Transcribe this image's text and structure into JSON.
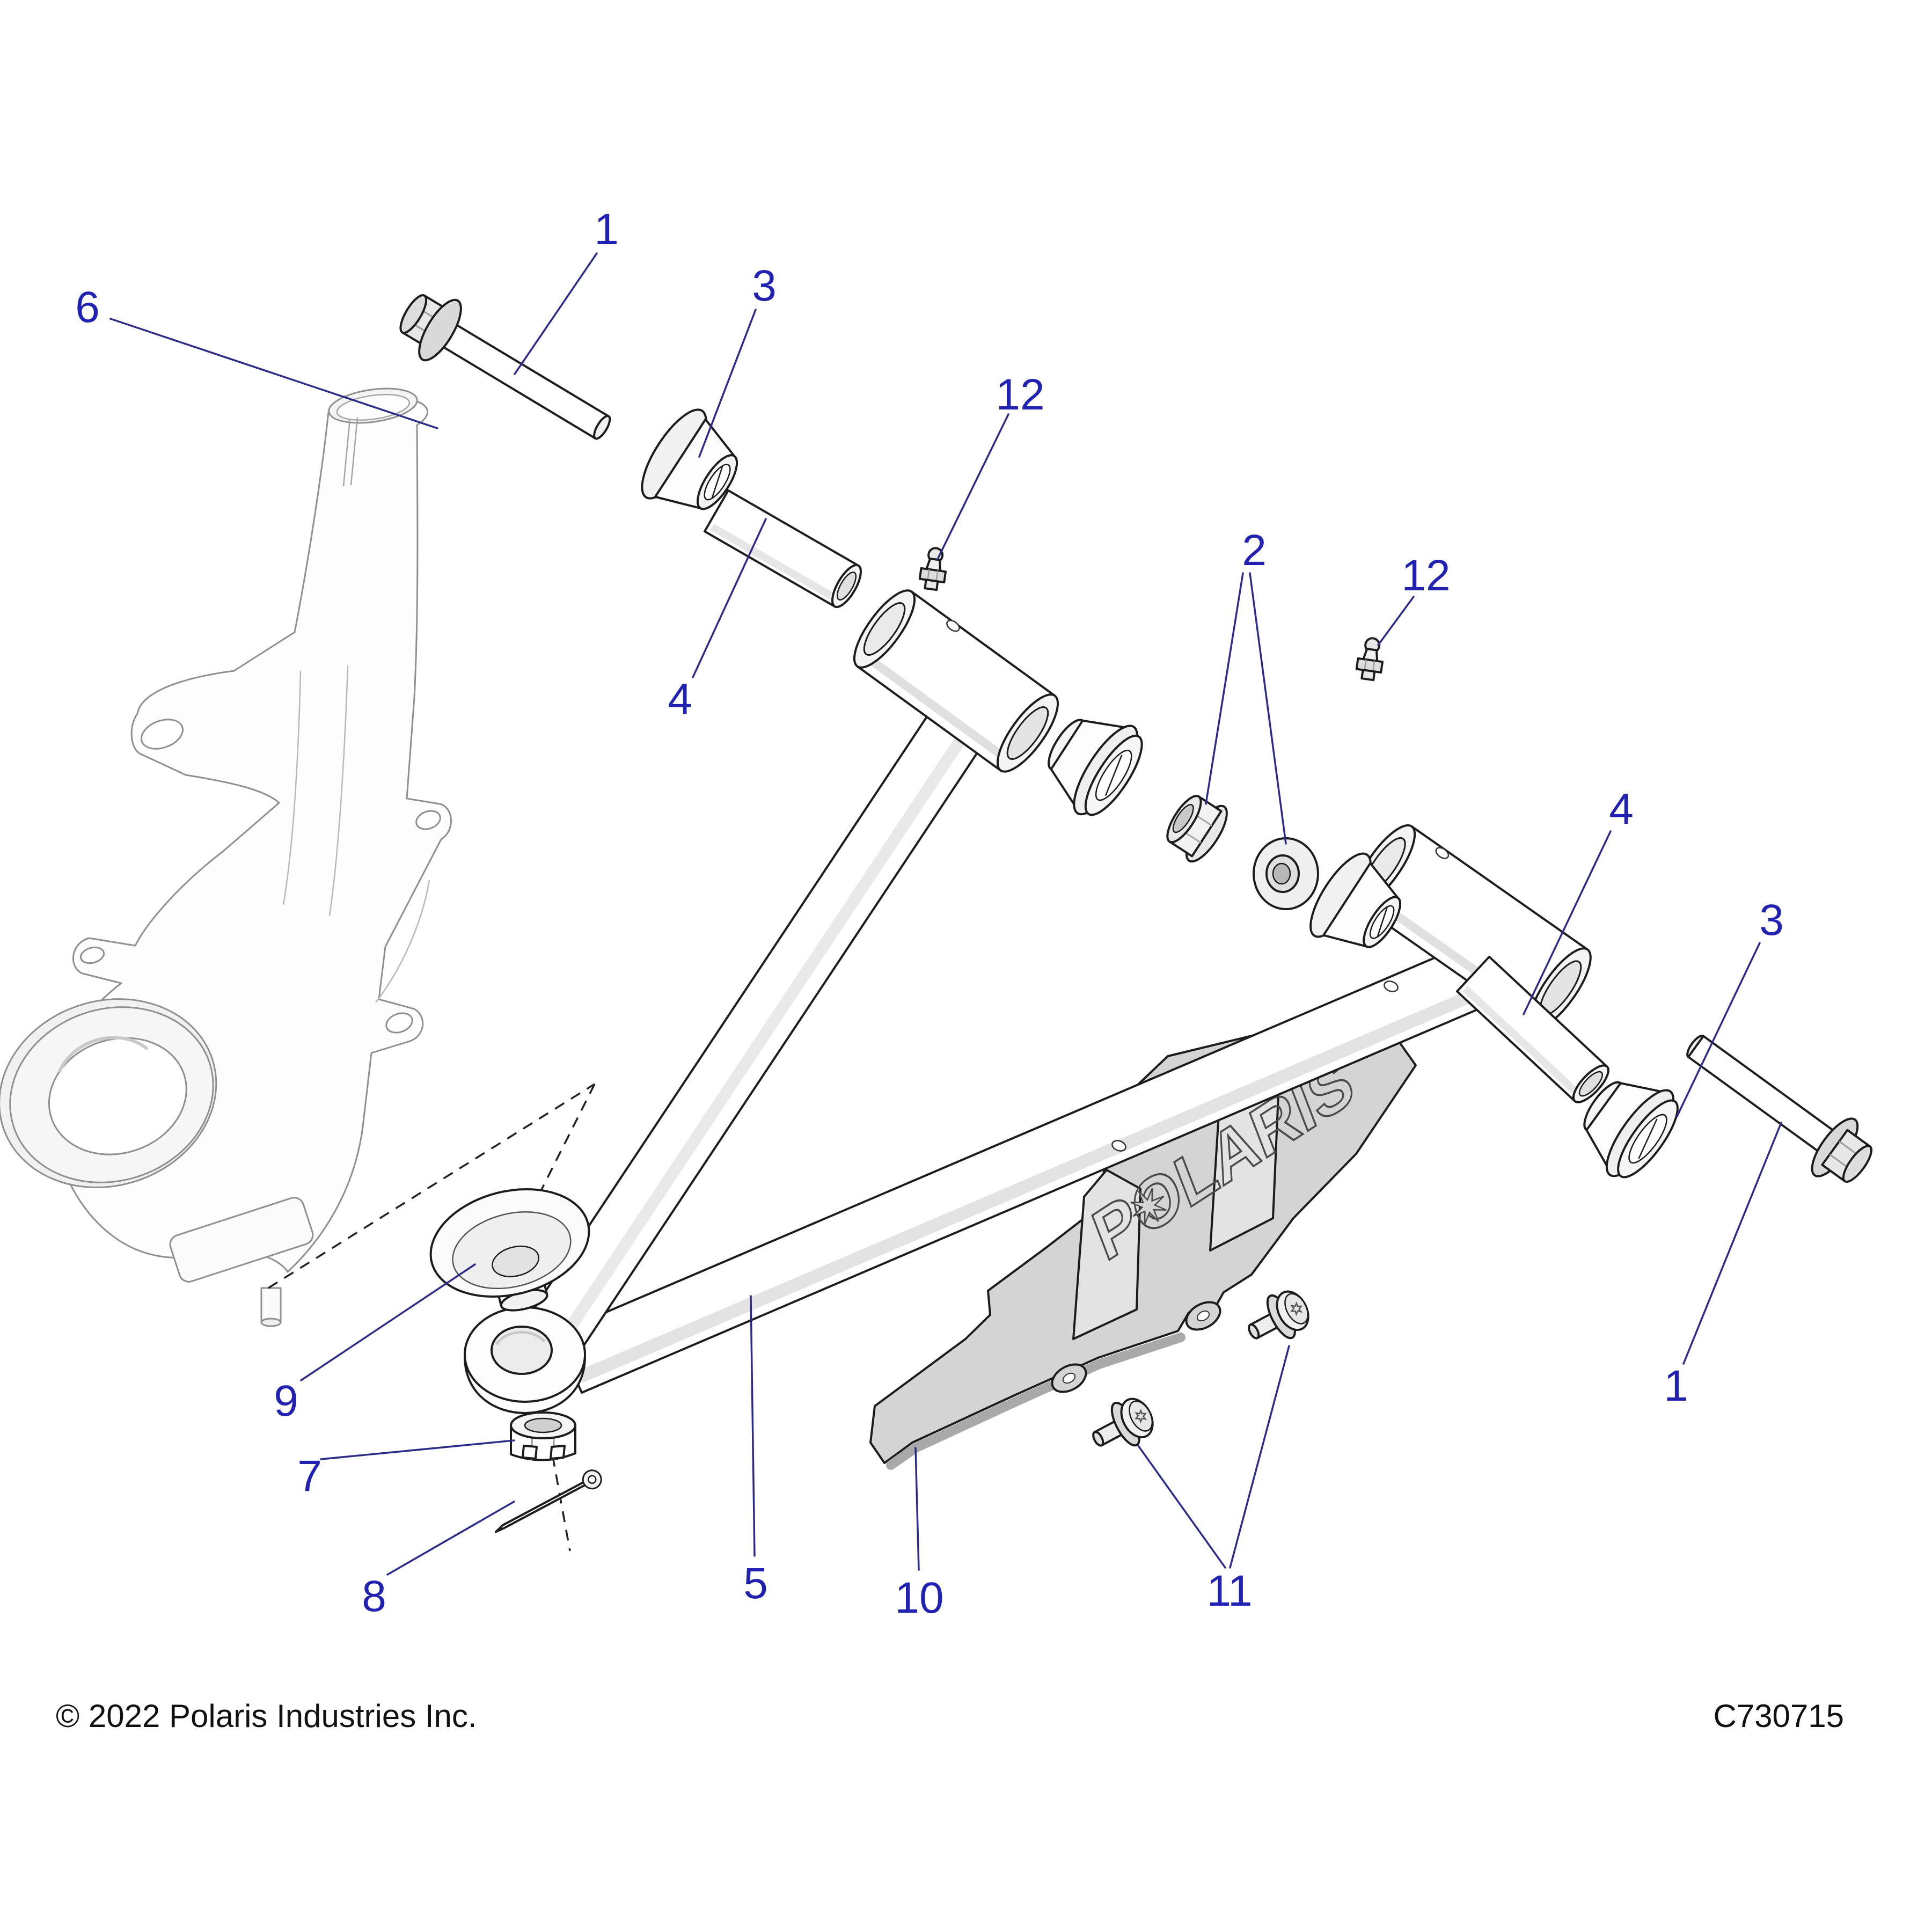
{
  "footer": {
    "copyright": "© 2022 Polaris Industries Inc.",
    "diagram_code": "C730715"
  },
  "plate_logo": {
    "brand": "POLARIS"
  },
  "callouts": {
    "n1": "1",
    "n2": "2",
    "n3": "3",
    "n4": "4",
    "n5": "5",
    "n6": "6",
    "n7": "7",
    "n8": "8",
    "n9": "9",
    "n10": "10",
    "n11": "11",
    "n12": "12"
  },
  "colors": {
    "callout": "#2222b2",
    "leader": "#2b2b8a",
    "line": "#1c1c1c",
    "knuckle_line": "#8f8f8f",
    "plate_fill": "#d4d4d4"
  }
}
